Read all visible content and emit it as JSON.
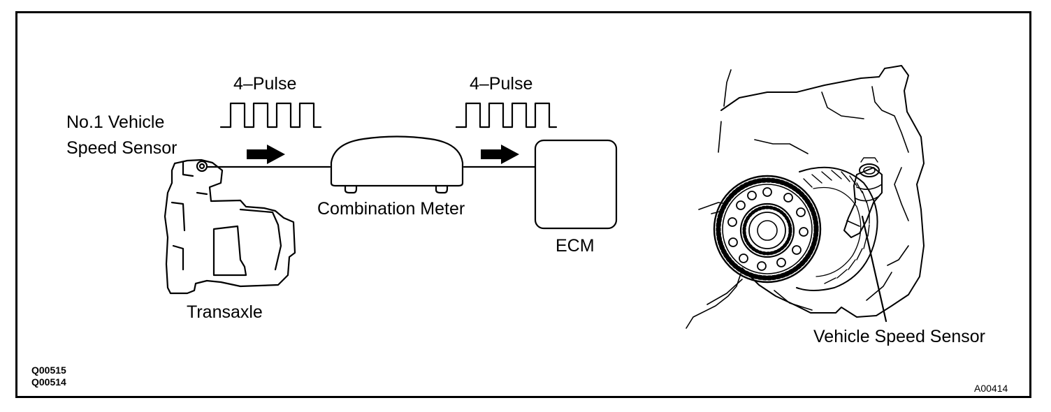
{
  "labels": {
    "pulse_left": "4–Pulse",
    "pulse_right": "4–Pulse",
    "sensor_line1": "No.1 Vehicle",
    "sensor_line2": "Speed Sensor",
    "combination_meter": "Combination Meter",
    "ecm": "ECM",
    "transaxle": "Transaxle",
    "vehicle_speed_sensor": "Vehicle Speed Sensor"
  },
  "codes": {
    "code_1": "Q00515",
    "code_2": "Q00514",
    "figure_id": "A00414"
  },
  "signal": {
    "pulse_count": 4
  },
  "colors": {
    "line": "#000000",
    "background": "#ffffff"
  }
}
